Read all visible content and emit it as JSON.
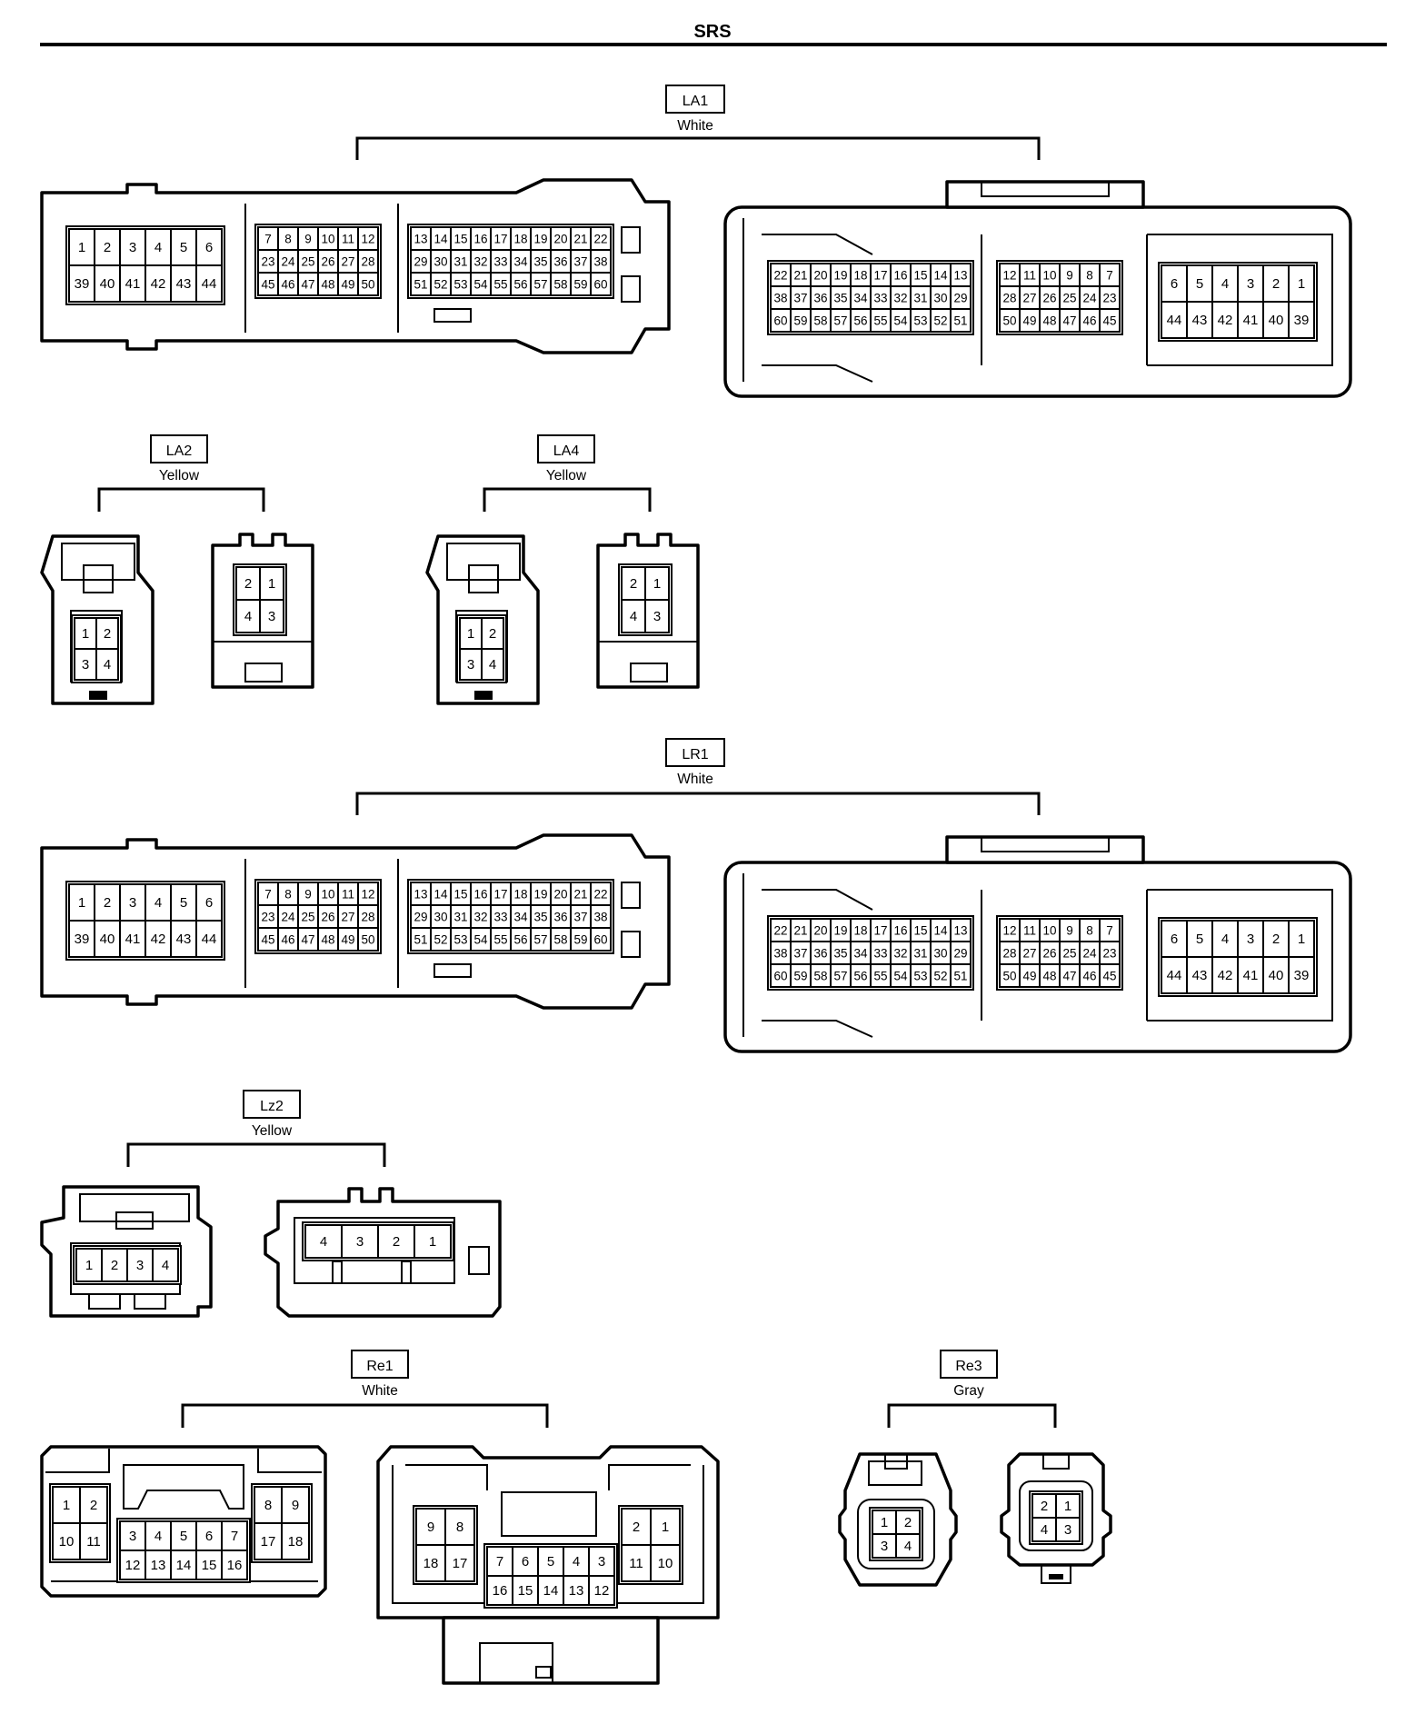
{
  "title": "SRS",
  "connectors": {
    "la1": {
      "code": "LA1",
      "color": "White",
      "left": {
        "g1": [
          [
            "1",
            "2",
            "3",
            "4",
            "5",
            "6"
          ],
          [
            "39",
            "40",
            "41",
            "42",
            "43",
            "44"
          ]
        ],
        "g2": [
          [
            "7",
            "8",
            "9",
            "10",
            "11",
            "12"
          ],
          [
            "23",
            "24",
            "25",
            "26",
            "27",
            "28"
          ],
          [
            "45",
            "46",
            "47",
            "48",
            "49",
            "50"
          ]
        ],
        "g3": [
          [
            "13",
            "14",
            "15",
            "16",
            "17",
            "18",
            "19",
            "20",
            "21",
            "22"
          ],
          [
            "29",
            "30",
            "31",
            "32",
            "33",
            "34",
            "35",
            "36",
            "37",
            "38"
          ],
          [
            "51",
            "52",
            "53",
            "54",
            "55",
            "56",
            "57",
            "58",
            "59",
            "60"
          ]
        ]
      },
      "right": {
        "g1": [
          [
            "22",
            "21",
            "20",
            "19",
            "18",
            "17",
            "16",
            "15",
            "14",
            "13"
          ],
          [
            "38",
            "37",
            "36",
            "35",
            "34",
            "33",
            "32",
            "31",
            "30",
            "29"
          ],
          [
            "60",
            "59",
            "58",
            "57",
            "56",
            "55",
            "54",
            "53",
            "52",
            "51"
          ]
        ],
        "g2": [
          [
            "12",
            "11",
            "10",
            "9",
            "8",
            "7"
          ],
          [
            "28",
            "27",
            "26",
            "25",
            "24",
            "23"
          ],
          [
            "50",
            "49",
            "48",
            "47",
            "46",
            "45"
          ]
        ],
        "g3": [
          [
            "6",
            "5",
            "4",
            "3",
            "2",
            "1"
          ],
          [
            "44",
            "43",
            "42",
            "41",
            "40",
            "39"
          ]
        ]
      }
    },
    "la2": {
      "code": "LA2",
      "color": "Yellow",
      "left": [
        [
          "1",
          "2"
        ],
        [
          "3",
          "4"
        ]
      ],
      "right": [
        [
          "2",
          "1"
        ],
        [
          "4",
          "3"
        ]
      ]
    },
    "la4": {
      "code": "LA4",
      "color": "Yellow",
      "left": [
        [
          "1",
          "2"
        ],
        [
          "3",
          "4"
        ]
      ],
      "right": [
        [
          "2",
          "1"
        ],
        [
          "4",
          "3"
        ]
      ]
    },
    "lr1": {
      "code": "LR1",
      "color": "White",
      "left": {
        "g1": [
          [
            "1",
            "2",
            "3",
            "4",
            "5",
            "6"
          ],
          [
            "39",
            "40",
            "41",
            "42",
            "43",
            "44"
          ]
        ],
        "g2": [
          [
            "7",
            "8",
            "9",
            "10",
            "11",
            "12"
          ],
          [
            "23",
            "24",
            "25",
            "26",
            "27",
            "28"
          ],
          [
            "45",
            "46",
            "47",
            "48",
            "49",
            "50"
          ]
        ],
        "g3": [
          [
            "13",
            "14",
            "15",
            "16",
            "17",
            "18",
            "19",
            "20",
            "21",
            "22"
          ],
          [
            "29",
            "30",
            "31",
            "32",
            "33",
            "34",
            "35",
            "36",
            "37",
            "38"
          ],
          [
            "51",
            "52",
            "53",
            "54",
            "55",
            "56",
            "57",
            "58",
            "59",
            "60"
          ]
        ]
      },
      "right": {
        "g1": [
          [
            "22",
            "21",
            "20",
            "19",
            "18",
            "17",
            "16",
            "15",
            "14",
            "13"
          ],
          [
            "38",
            "37",
            "36",
            "35",
            "34",
            "33",
            "32",
            "31",
            "30",
            "29"
          ],
          [
            "60",
            "59",
            "58",
            "57",
            "56",
            "55",
            "54",
            "53",
            "52",
            "51"
          ]
        ],
        "g2": [
          [
            "12",
            "11",
            "10",
            "9",
            "8",
            "7"
          ],
          [
            "28",
            "27",
            "26",
            "25",
            "24",
            "23"
          ],
          [
            "50",
            "49",
            "48",
            "47",
            "46",
            "45"
          ]
        ],
        "g3": [
          [
            "6",
            "5",
            "4",
            "3",
            "2",
            "1"
          ],
          [
            "44",
            "43",
            "42",
            "41",
            "40",
            "39"
          ]
        ]
      }
    },
    "lz2": {
      "code": "Lz2",
      "color": "Yellow",
      "left": [
        [
          "1",
          "2",
          "3",
          "4"
        ]
      ],
      "right": [
        [
          "4",
          "3",
          "2",
          "1"
        ]
      ]
    },
    "re1": {
      "code": "Re1",
      "color": "White",
      "left": {
        "a": [
          [
            "1",
            "2"
          ],
          [
            "10",
            "11"
          ]
        ],
        "b": [
          [
            "3",
            "4",
            "5",
            "6",
            "7"
          ],
          [
            "12",
            "13",
            "14",
            "15",
            "16"
          ]
        ],
        "c": [
          [
            "8",
            "9"
          ],
          [
            "17",
            "18"
          ]
        ]
      },
      "right": {
        "a": [
          [
            "9",
            "8"
          ],
          [
            "18",
            "17"
          ]
        ],
        "b": [
          [
            "7",
            "6",
            "5",
            "4",
            "3"
          ],
          [
            "16",
            "15",
            "14",
            "13",
            "12"
          ]
        ],
        "c": [
          [
            "2",
            "1"
          ],
          [
            "11",
            "10"
          ]
        ]
      }
    },
    "re3": {
      "code": "Re3",
      "color": "Gray",
      "left": [
        [
          "1",
          "2"
        ],
        [
          "3",
          "4"
        ]
      ],
      "right": [
        [
          "2",
          "1"
        ],
        [
          "4",
          "3"
        ]
      ]
    }
  }
}
